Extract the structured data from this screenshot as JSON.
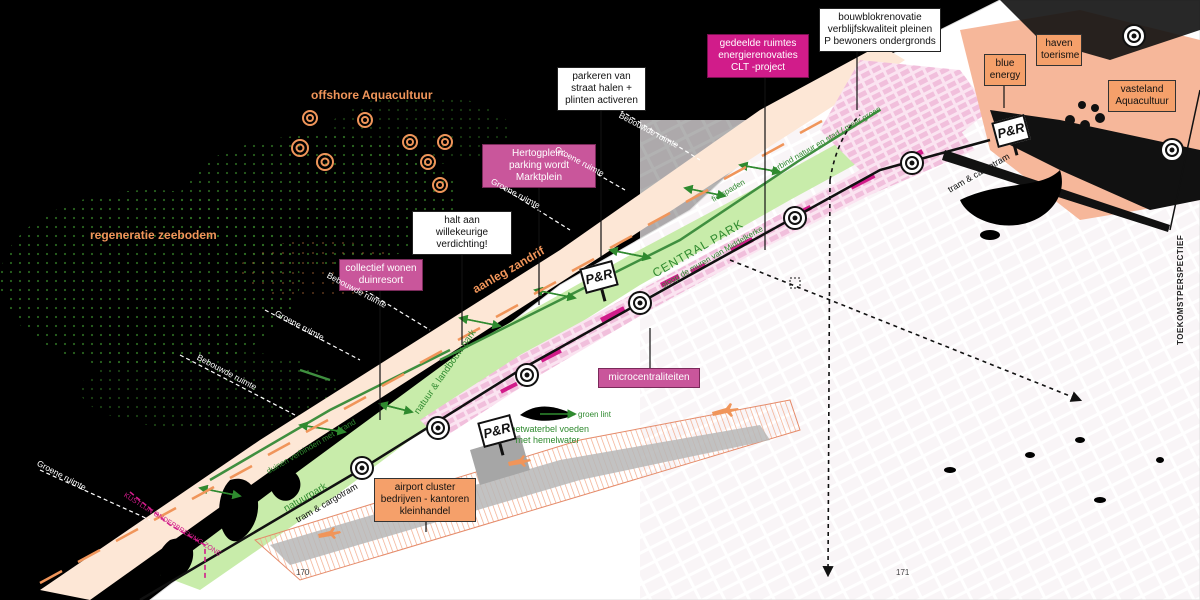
{
  "labels": {
    "bouwblok": [
      "bouwblokrenovatie",
      "verblijfskwaliteit pleinen",
      "P bewoners ondergronds"
    ],
    "gedeelde": [
      "gedeelde ruimtes",
      "energierenovaties",
      "CLT -project"
    ],
    "parkeren": [
      "parkeren van",
      "straat halen +",
      "plinten activeren"
    ],
    "hertog": [
      "Hertogplein:",
      "parking wordt Marktplein"
    ],
    "halt": [
      "halt aan willekeurige",
      "verdichting!"
    ],
    "collectief": [
      "collectief wonen",
      "duinresort"
    ],
    "micro": [
      "microcentraliteiten"
    ],
    "airport": [
      "airport cluster",
      "bedrijven - kantoren",
      "kleinhandel"
    ],
    "blue": [
      "blue",
      "energy"
    ],
    "haven": [
      "haven",
      "toerisme"
    ],
    "vasteland": [
      "vasteland",
      "Aquacultuur"
    ]
  },
  "headings": {
    "offshore": "offshore Aquacultuur",
    "regeneratie": "regeneratie zeebodem",
    "zandrif": "aanleg zandrif"
  },
  "strip_labels": {
    "groen": "Groene ruimte",
    "bebouwd": "Bebouwde ruimte"
  },
  "inline_labels": {
    "central_park": "CENTRAL PARK",
    "sloop": "sloop de muren van Middelkerke",
    "fietspaden": "fietspaden",
    "verbind": "verbind natuur en stad / meer groen",
    "natuur_landbouw": "natuur & landbouw park",
    "natuurpark": "natuurpark",
    "duinen": "duinen verbinden met strand",
    "tram1": "tram & cargotram",
    "tram2": "tram & cargotram",
    "groen_lint": "groen lint",
    "zoetwater": [
      "zoetwaterbel voeden",
      "met hemelwater"
    ],
    "kustlijn": "KUSTLIJN ONDERBREKING ZONE"
  },
  "pr_text": "P&R",
  "side_title": "TOEKOMSTPERSPECTIEF",
  "page_numbers": [
    "170",
    "171"
  ],
  "colors": {
    "sea": "#000000",
    "land": "#ffffff",
    "green": "#c8ecaa",
    "dark_green": "#3f8f3f",
    "pink": "#f2c2e0",
    "magenta": "#d11c8a",
    "orange": "#f0955a",
    "salmon": "#f6b79a"
  }
}
